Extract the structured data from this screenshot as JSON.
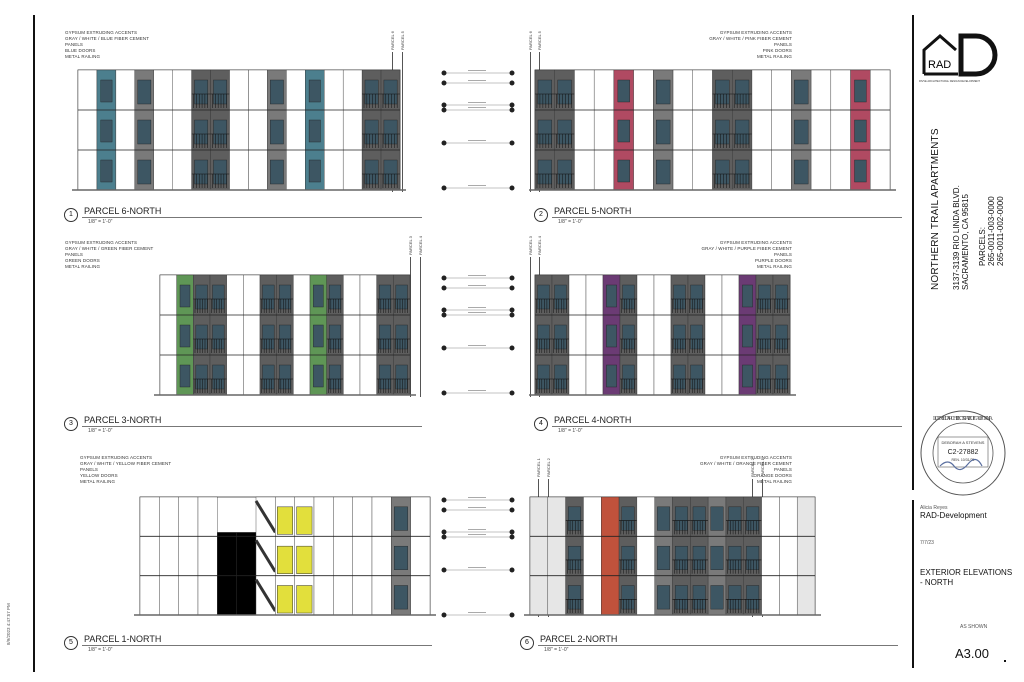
{
  "sheet": {
    "project_name": "NORTHERN TRAIL APARTMENTS",
    "address_line1": "3137-3139 RIO LINDA BLVD.",
    "address_line2": "SACRAMENTO, CA 95815",
    "parcels_label": "PARCELS:",
    "parcel_numbers": [
      "265-0011-003-0000",
      "265-0011-002-0000"
    ],
    "logo_text": "RAD",
    "logo_tagline": "RIVVE ARCHITECTURAL DESIGN DEVELOPMENT",
    "stamp": {
      "ring_text": "LICENSED ARCHITECT · STATE OF CALIFORNIA",
      "name": "DEBORAH A STEVENS",
      "license": "C2-27882",
      "renewal": "REN. 10/31/25"
    },
    "drawn_by": "Alicia Reyes",
    "company": "RAD-Development",
    "date": "7/7/23",
    "sheet_title": "EXTERIOR ELEVATIONS - NORTH",
    "scale": "AS SHOWN",
    "sheet_number": "A3.00",
    "timestamp": "8/9/2023 4:47:57 PM"
  },
  "elevations": [
    {
      "num": "1",
      "title": "PARCEL 6-NORTH",
      "scale": "1/8\" = 1'-0\"",
      "accent": "#4c7f8e",
      "notes": [
        "GYPSUM EXTRUDING ACCENTS",
        "GRAY / WHITE / BLUE FIBER CEMENT PANELS",
        "BLUE DOORS",
        "METAL RAILING"
      ],
      "tags": [
        "PARCEL 6",
        "PARCEL 5"
      ]
    },
    {
      "num": "2",
      "title": "PARCEL 5-NORTH",
      "scale": "1/8\" = 1'-0\"",
      "accent": "#b04a62",
      "notes": [
        "GYPSUM EXTRUDING ACCENTS",
        "GRAY / WHITE / PINK FIBER CEMENT PANELS",
        "PINK DOORS",
        "METAL RAILING"
      ],
      "tags": [
        "PARCEL 6",
        "PARCEL 5"
      ]
    },
    {
      "num": "3",
      "title": "PARCEL 3-NORTH",
      "scale": "1/8\" = 1'-0\"",
      "accent": "#5f9656",
      "notes": [
        "GYPSUM EXTRUDING ACCENTS",
        "GRAY / WHITE / GREEN FIBER CEMENT PANELS",
        "GREEN DOORS",
        "METAL RAILING"
      ],
      "tags": [
        "PARCEL 3",
        "PARCEL 4"
      ]
    },
    {
      "num": "4",
      "title": "PARCEL 4-NORTH",
      "scale": "1/8\" = 1'-0\"",
      "accent": "#6b3b74",
      "notes": [
        "GYPSUM EXTRUDING ACCENTS",
        "GRAY / WHITE / PURPLE FIBER CEMENT PANELS",
        "PURPLE DOORS",
        "METAL RAILING"
      ],
      "tags": [
        "PARCEL 3",
        "PARCEL 4"
      ]
    },
    {
      "num": "5",
      "title": "PARCEL 1-NORTH",
      "scale": "1/8\" = 1'-0\"",
      "accent": "#e2df3c",
      "notes": [
        "GYPSUM EXTRUDING ACCENTS",
        "GRAY / WHITE / YELLOW FIBER CEMENT PANELS",
        "YELLOW DOORS",
        "METAL RAILING"
      ],
      "tags": []
    },
    {
      "num": "6",
      "title": "PARCEL 2-NORTH",
      "scale": "1/8\" = 1'-0\"",
      "accent": "#c0523c",
      "notes": [
        "GYPSUM EXTRUDING ACCENTS",
        "GRAY / WHITE / ORANGE FIBER CEMENT PANELS",
        "ORANGE DOORS",
        "METAL RAILING"
      ],
      "tags": [
        "PARCEL 1",
        "PARCEL 2",
        "PARCEL 2",
        "PARCEL 1"
      ]
    }
  ]
}
